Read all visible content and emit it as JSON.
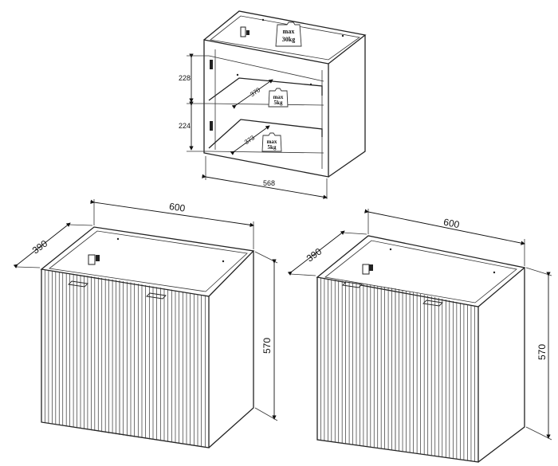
{
  "top_drawing": {
    "dims": {
      "h_upper": "228",
      "h_lower": "224",
      "depth_upper": "370",
      "depth_lower": "373",
      "width": "568"
    },
    "weights": [
      {
        "max": "max",
        "value": "30kg"
      },
      {
        "max": "max",
        "value": "5kg"
      },
      {
        "max": "max",
        "value": "5kg"
      }
    ]
  },
  "left_drawing": {
    "width": "600",
    "depth": "390",
    "height": "570"
  },
  "right_drawing": {
    "width": "600",
    "depth": "390",
    "height": "570"
  }
}
